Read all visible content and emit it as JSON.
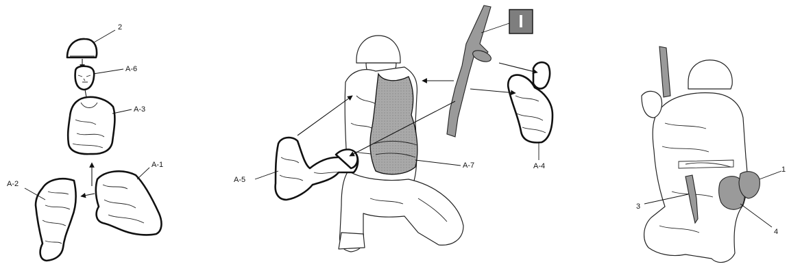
{
  "labels": {
    "helmet": "2",
    "head": "A-6",
    "torso": "A-3",
    "right_leg": "A-1",
    "left_leg": "A-2",
    "left_arm": "A-5",
    "vest": "A-7",
    "right_arm": "A-4",
    "pouch": "1",
    "dagger": "3",
    "canteen": "4"
  },
  "badge": "I"
}
